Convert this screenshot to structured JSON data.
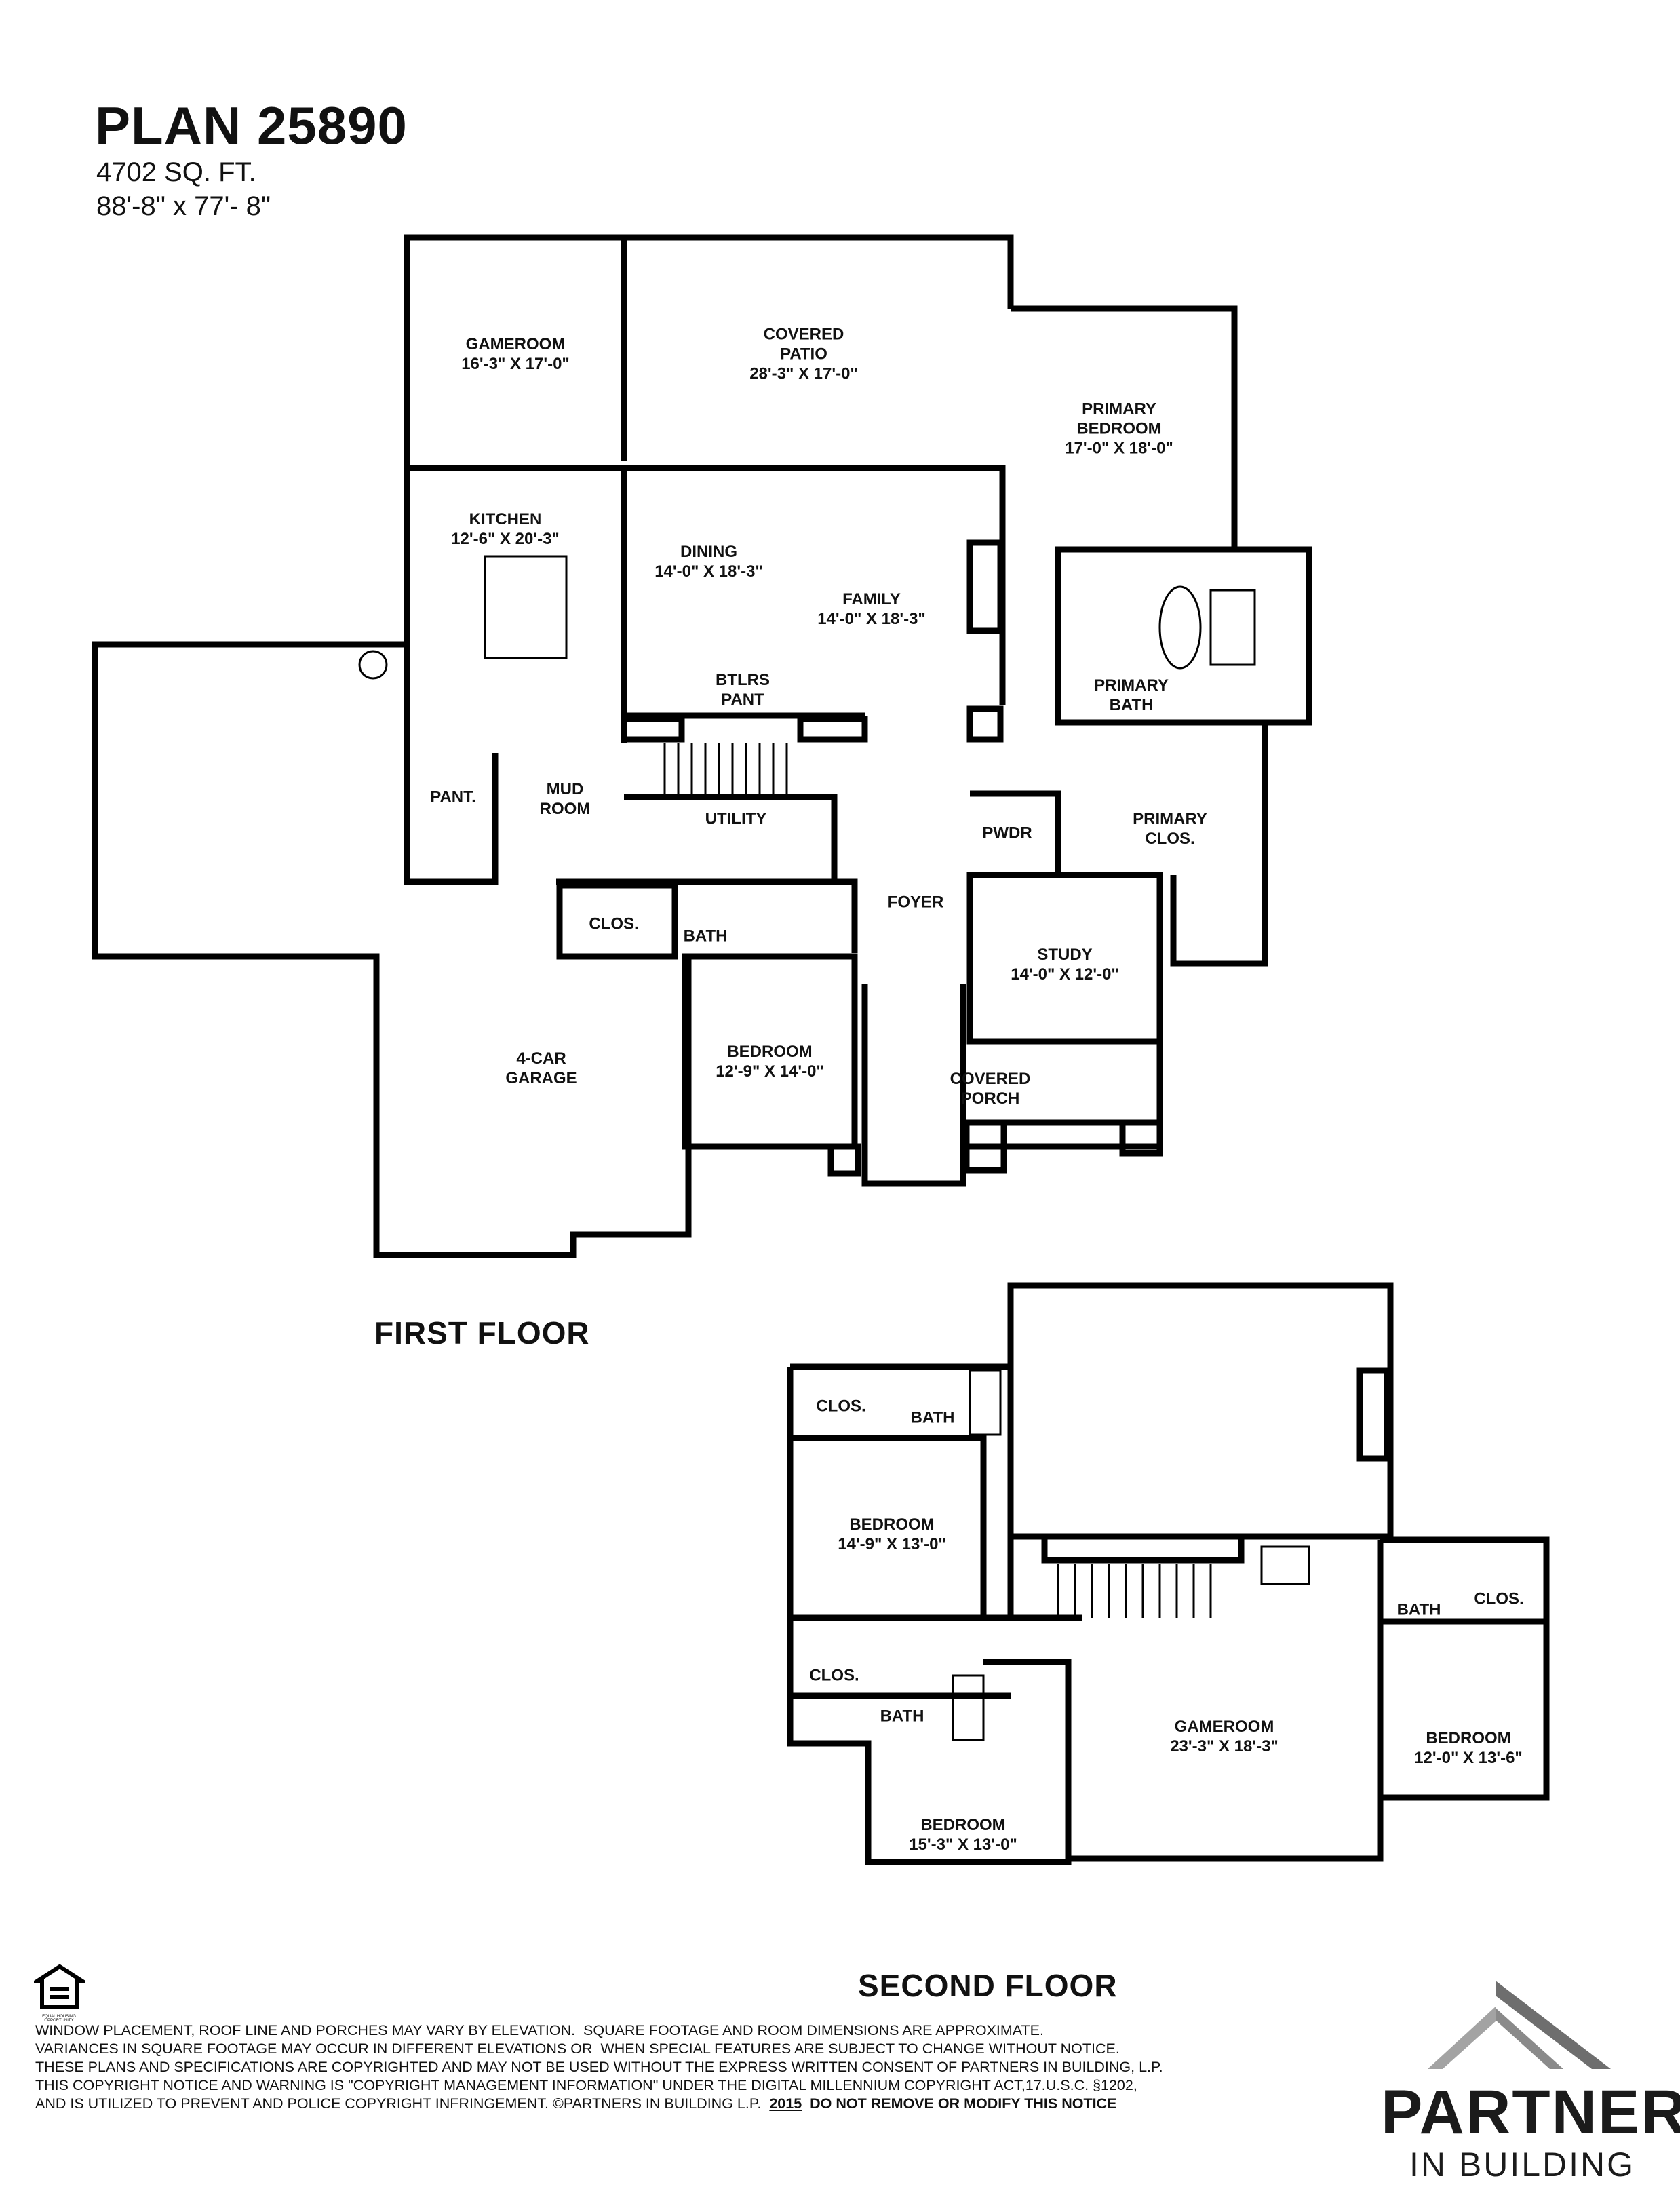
{
  "header": {
    "title": "PLAN 25890",
    "sqft": "4702 SQ. FT.",
    "dimensions": "88'-8\" x 77'- 8\""
  },
  "floors": {
    "first": "FIRST FLOOR",
    "second": "SECOND FLOOR"
  },
  "rooms_first": {
    "gameroom": {
      "name": "GAMEROOM",
      "dim": "16'-3\" X 17'-0\""
    },
    "covered_patio": {
      "name": "COVERED",
      "name2": "PATIO",
      "dim": "28'-3\" X 17'-0\""
    },
    "primary_bedroom": {
      "name": "PRIMARY",
      "name2": "BEDROOM",
      "dim": "17'-0\" X 18'-0\""
    },
    "kitchen": {
      "name": "KITCHEN",
      "dim": "12'-6\" X 20'-3\""
    },
    "dining": {
      "name": "DINING",
      "dim": "14'-0\" X 18'-3\""
    },
    "family": {
      "name": "FAMILY",
      "dim": "14'-0\" X 18'-3\""
    },
    "btlrs_pant": {
      "name": "BTLRS",
      "name2": "PANT"
    },
    "primary_bath": {
      "name": "PRIMARY",
      "name2": "BATH"
    },
    "pant": {
      "name": "PANT."
    },
    "mud_room": {
      "name": "MUD",
      "name2": "ROOM"
    },
    "utility": {
      "name": "UTILITY"
    },
    "pwdr": {
      "name": "PWDR"
    },
    "primary_clos": {
      "name": "PRIMARY",
      "name2": "CLOS."
    },
    "foyer": {
      "name": "FOYER"
    },
    "clos": {
      "name": "CLOS."
    },
    "bath": {
      "name": "BATH"
    },
    "study": {
      "name": "STUDY",
      "dim": "14'-0\" X 12'-0\""
    },
    "garage": {
      "name": "4-CAR",
      "name2": "GARAGE"
    },
    "bedroom": {
      "name": "BEDROOM",
      "dim": "12'-9\" X 14'-0\""
    },
    "covered_porch": {
      "name": "COVERED",
      "name2": "PORCH"
    }
  },
  "rooms_second": {
    "clos_a": {
      "name": "CLOS."
    },
    "bath_a": {
      "name": "BATH"
    },
    "bedroom_a": {
      "name": "BEDROOM",
      "dim": "14'-9\" X 13'-0\""
    },
    "clos_b": {
      "name": "CLOS."
    },
    "bath_b": {
      "name": "BATH"
    },
    "bedroom_b": {
      "name": "BEDROOM",
      "dim": "15'-3\" X 13'-0\""
    },
    "gameroom": {
      "name": "GAMEROOM",
      "dim": "23'-3\" X 18'-3\""
    },
    "bath_c": {
      "name": "BATH"
    },
    "clos_c": {
      "name": "CLOS."
    },
    "bedroom_c": {
      "name": "BEDROOM",
      "dim": "12'-0\" X 13'-6\""
    }
  },
  "footer": {
    "line1": "WINDOW PLACEMENT, ROOF LINE AND PORCHES MAY VARY BY ELEVATION.  SQUARE FOOTAGE AND ROOM DIMENSIONS ARE APPROXIMATE.",
    "line2": "VARIANCES IN SQUARE FOOTAGE MAY OCCUR IN DIFFERENT ELEVATIONS OR  WHEN SPECIAL FEATURES ARE SUBJECT TO CHANGE WITHOUT NOTICE.",
    "line3": "THESE PLANS AND SPECIFICATIONS ARE COPYRIGHTED AND MAY NOT BE USED WITHOUT THE EXPRESS WRITTEN CONSENT OF PARTNERS IN BUILDING, L.P.",
    "line4": "THIS COPYRIGHT NOTICE AND WARNING IS \"COPYRIGHT MANAGEMENT INFORMATION\" UNDER THE DIGITAL MILLENNIUM COPYRIGHT ACT,17.U.S.C. §1202,",
    "line5a": "AND IS UTILIZED TO PREVENT AND POLICE COPYRIGHT INFRINGEMENT. ©PARTNERS IN BUILDING L.P.",
    "line5_year": "2015",
    "line5b": "DO NOT REMOVE OR MODIFY THIS NOTICE"
  },
  "logo": {
    "word": "PARTNERS",
    "sub": "IN BUILDING",
    "color": "#1b1b1b",
    "roof_color": "#8a8a8a"
  },
  "equal_housing": {
    "icon": "equal-housing-icon",
    "text": "EQUAL HOUSING OPPORTUNITY"
  }
}
